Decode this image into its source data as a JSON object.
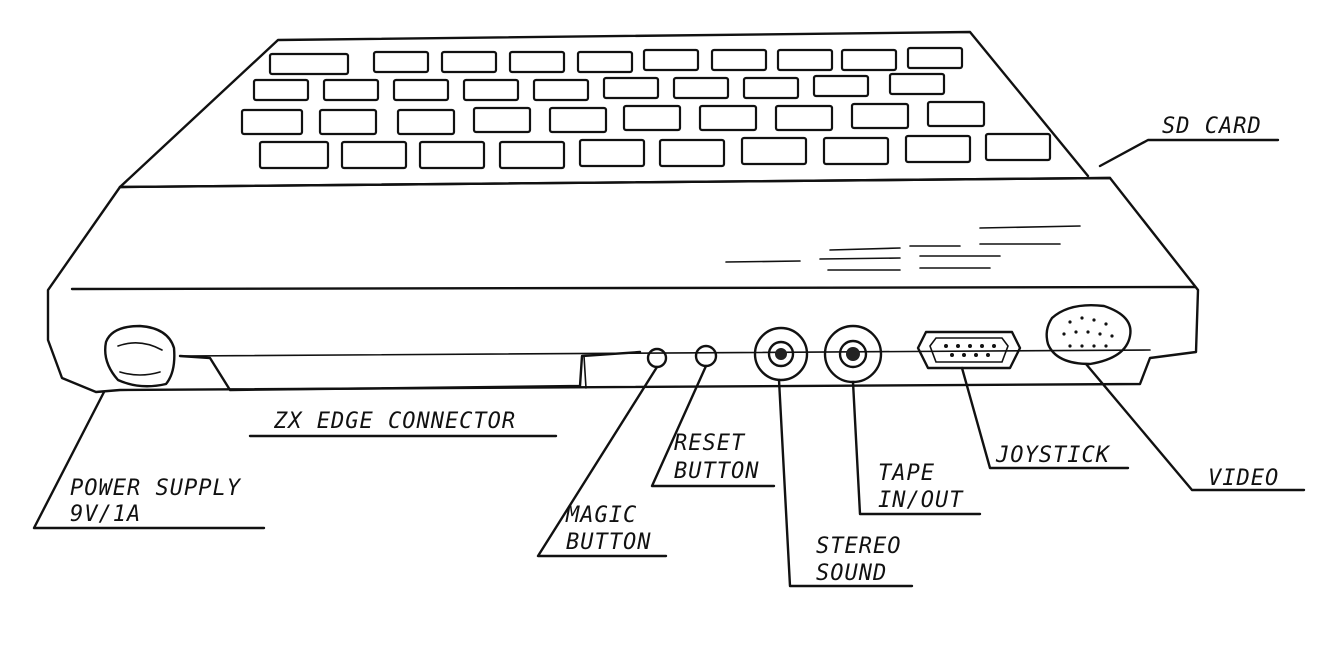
{
  "labels": {
    "sd_card": "SD CARD",
    "zx_edge_connector": "ZX EDGE CONNECTOR",
    "power_supply_line1": "POWER SUPPLY",
    "power_supply_line2": "9V/1A",
    "reset_button_line1": "RESET",
    "reset_button_line2": "BUTTON",
    "magic_button_line1": "MAGIC",
    "magic_button_line2": "BUTTON",
    "stereo_sound_line1": "STEREO",
    "stereo_sound_line2": "SOUND",
    "tape_line1": "TAPE",
    "tape_line2": "IN/OUT",
    "joystick": "JOYSTICK",
    "video": "VIDEO"
  }
}
